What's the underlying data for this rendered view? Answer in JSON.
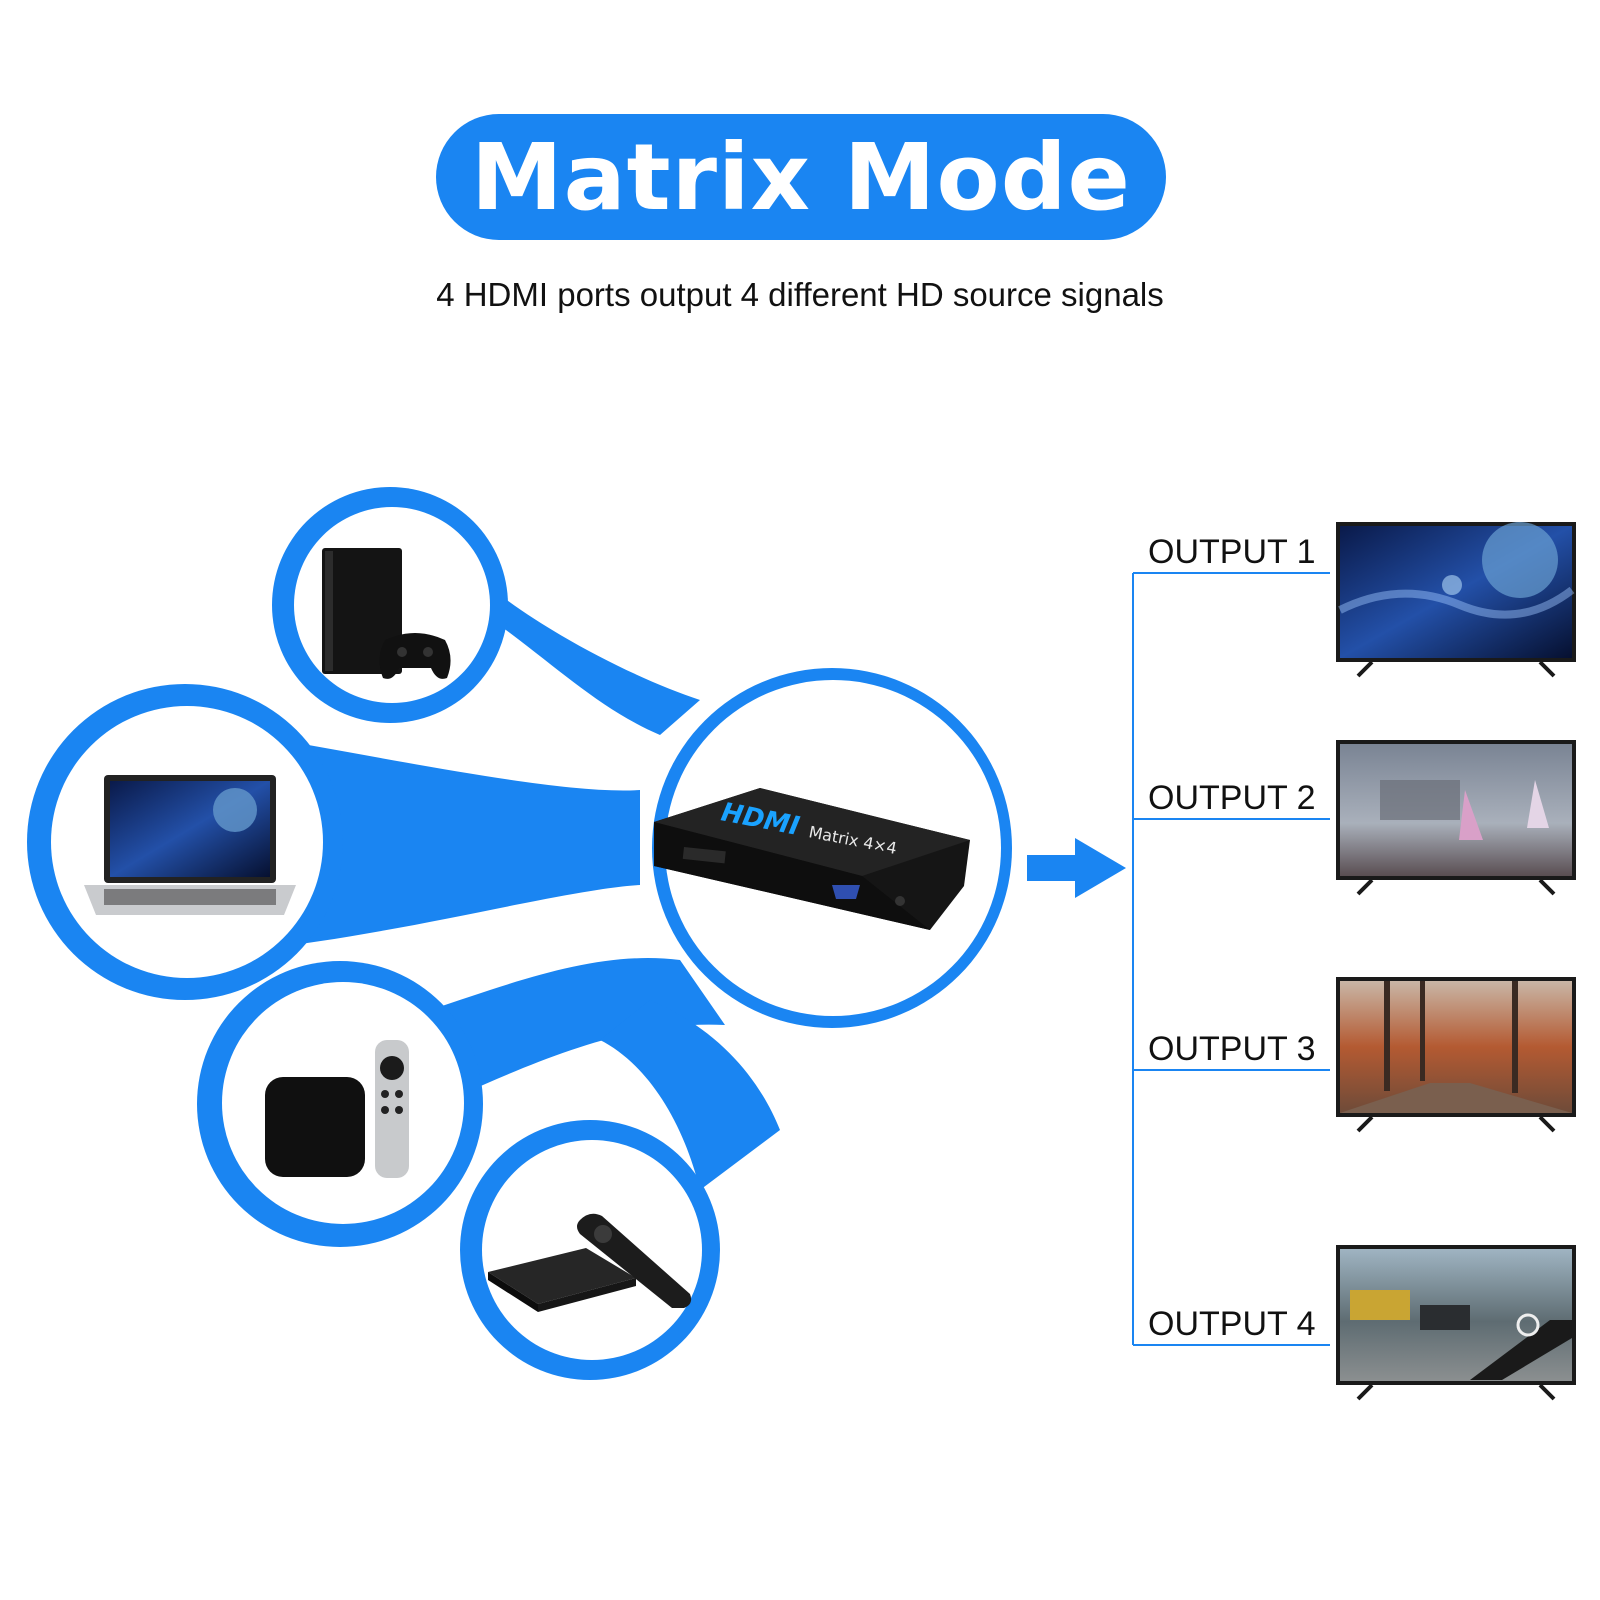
{
  "title": "Matrix Mode",
  "subtitle": "4 HDMI ports output 4 different HD source signals",
  "device": {
    "brand": "HDMI",
    "model": "Matrix 4×4"
  },
  "sources": [
    {
      "icon": "game-console-icon"
    },
    {
      "icon": "laptop-icon"
    },
    {
      "icon": "streaming-box-icon"
    },
    {
      "icon": "fire-tv-icon"
    }
  ],
  "outputs": [
    {
      "label": "OUTPUT 1",
      "scene": "space-scene"
    },
    {
      "label": "OUTPUT 2",
      "scene": "anime-game-scene"
    },
    {
      "label": "OUTPUT 3",
      "scene": "autumn-forest-scene"
    },
    {
      "label": "OUTPUT 4",
      "scene": "shooter-game-scene"
    }
  ],
  "colors": {
    "accent": "#1a85f2",
    "tv_frame": "#1a1a1a",
    "device": "#151515"
  }
}
